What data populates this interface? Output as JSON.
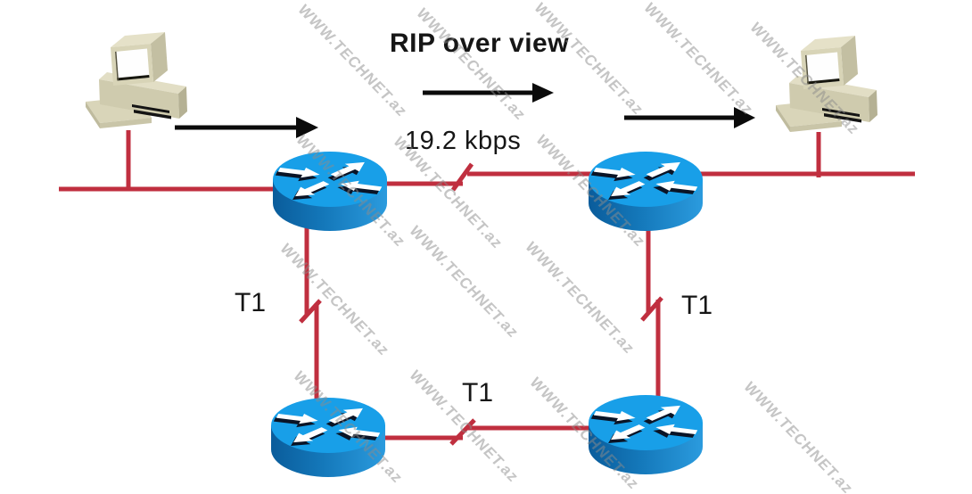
{
  "title": "RIP over view",
  "labels": {
    "serial_speed": "19.2 kbps",
    "t1_left": "T1",
    "t1_right": "T1",
    "t1_bottom": "T1"
  },
  "watermark": {
    "text": "WWW.TECHNET.az"
  },
  "topology": {
    "hosts": [
      "host-left",
      "host-right"
    ],
    "routers": [
      "router-top-left",
      "router-top-right",
      "router-bottom-left",
      "router-bottom-right"
    ],
    "links": [
      {
        "from": "host-left",
        "to": "router-top-left",
        "type": "ethernet",
        "label": ""
      },
      {
        "from": "router-top-left",
        "to": "router-top-right",
        "type": "serial",
        "label": "19.2 kbps"
      },
      {
        "from": "router-top-right",
        "to": "host-right",
        "type": "ethernet",
        "label": ""
      },
      {
        "from": "router-top-left",
        "to": "router-bottom-left",
        "type": "serial",
        "label": "T1"
      },
      {
        "from": "router-top-right",
        "to": "router-bottom-right",
        "type": "serial",
        "label": "T1"
      },
      {
        "from": "router-bottom-left",
        "to": "router-bottom-right",
        "type": "serial",
        "label": "T1"
      }
    ],
    "flow_direction": "left-to-right"
  },
  "colors": {
    "link_red": "#C02F3F",
    "router_blue": "#189FE8",
    "router_side_dark": "#0A5C9B",
    "router_side_light": "#2B9BDE",
    "arrow_black": "#0B0B0B",
    "text_black": "#161616",
    "watermark_gray": "#8C8C8C",
    "host_beige": "#D8D4B7"
  }
}
